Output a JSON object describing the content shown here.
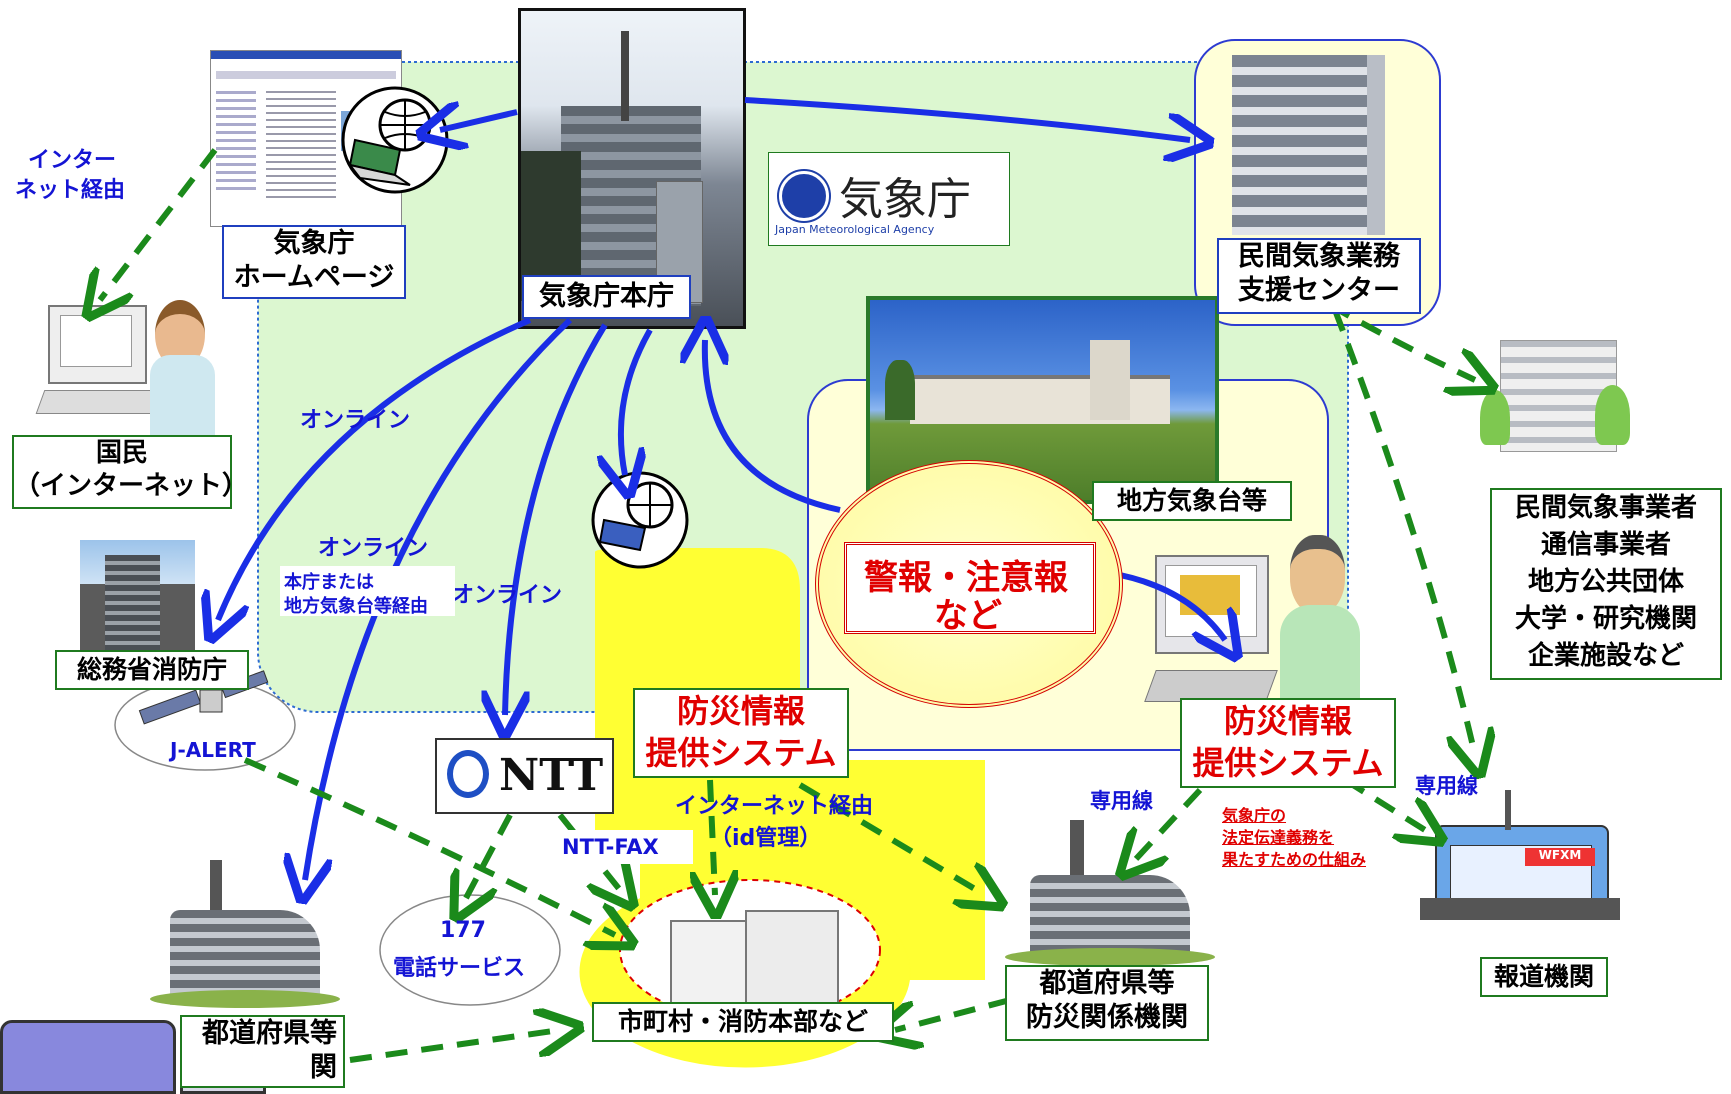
{
  "colors": {
    "region_fill": "#dcf7d0",
    "yellow": "#ffff33",
    "blue_arrow": "#1a2ee6",
    "green_arrow": "#1b8a1b",
    "red": "#e00000"
  },
  "nodes": {
    "jma_hq": "気象庁本庁",
    "jma_homepage": [
      "気象庁",
      "ホームページ"
    ],
    "citizens": [
      "国民",
      "（インターネット）"
    ],
    "fdma": "総務省消防庁",
    "private_support": [
      "民間気象業務",
      "支援センター"
    ],
    "local_office": "地方気象台等",
    "private_users": [
      "民間気象事業者",
      "通信事業者",
      "地方公共団体",
      "大学・研究機関",
      "企業施設など"
    ],
    "warnings": [
      "警報・注意報",
      "など"
    ],
    "disaster_system_left": [
      "防災情報",
      "提供システム"
    ],
    "disaster_system_right": [
      "防災情報",
      "提供システム"
    ],
    "press": "報道機関",
    "prefectures_right": [
      "都道府県等",
      "防災関係機関"
    ],
    "municipalities": "市町村・消防本部など",
    "prefectures_left": [
      "都道府県等",
      "関"
    ],
    "phone_service": [
      "177",
      "電話サービス"
    ],
    "ntt_logo": "NTT",
    "jma_logo_name": "気象庁",
    "jma_logo_sub": "Japan Meteorological Agency",
    "press_sign": "WFXM"
  },
  "labels": {
    "internet_via": [
      "インター",
      "ネット経由"
    ],
    "online_1": "オンライン",
    "online_2": "オンライン",
    "online_3": "オンライン",
    "via_hq_or_local": [
      "本庁または",
      "地方気象台等経由"
    ],
    "jalert": "J-ALERT",
    "ntt_fax": "NTT-FAX",
    "internet_id": [
      "インターネット経由",
      "（id管理）"
    ],
    "dedicated_1": "専用線",
    "dedicated_2": "専用線",
    "legal_duty": [
      "気象庁の",
      "法定伝達義務を",
      "果たすための仕組み"
    ]
  }
}
